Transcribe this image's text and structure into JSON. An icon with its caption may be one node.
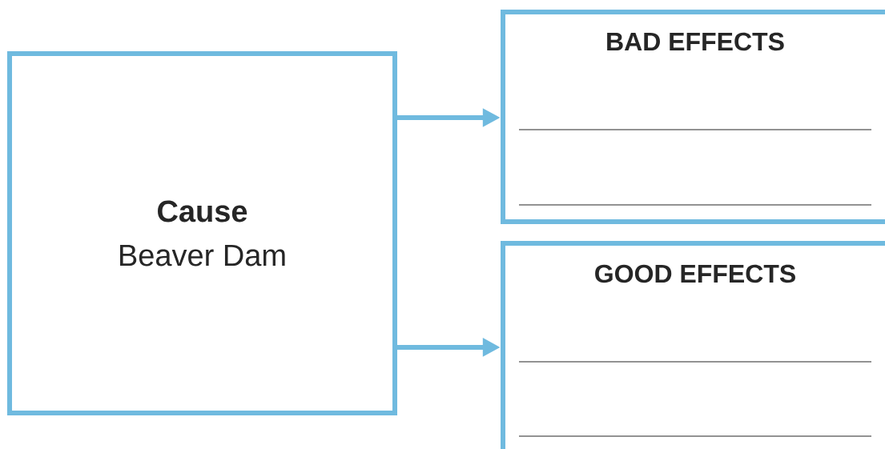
{
  "diagram": {
    "nodes": [
      {
        "text": [
          "Cause",
          "Beaver Dam"
        ]
      },
      {
        "text": [
          "BAD EFFECTS"
        ]
      },
      {
        "text": [
          "GOOD EFFECTS"
        ]
      }
    ],
    "edges": [
      {
        "from": 0,
        "to": 1,
        "arrow": "to"
      },
      {
        "from": 0,
        "to": 2,
        "arrow": "to"
      }
    ]
  }
}
